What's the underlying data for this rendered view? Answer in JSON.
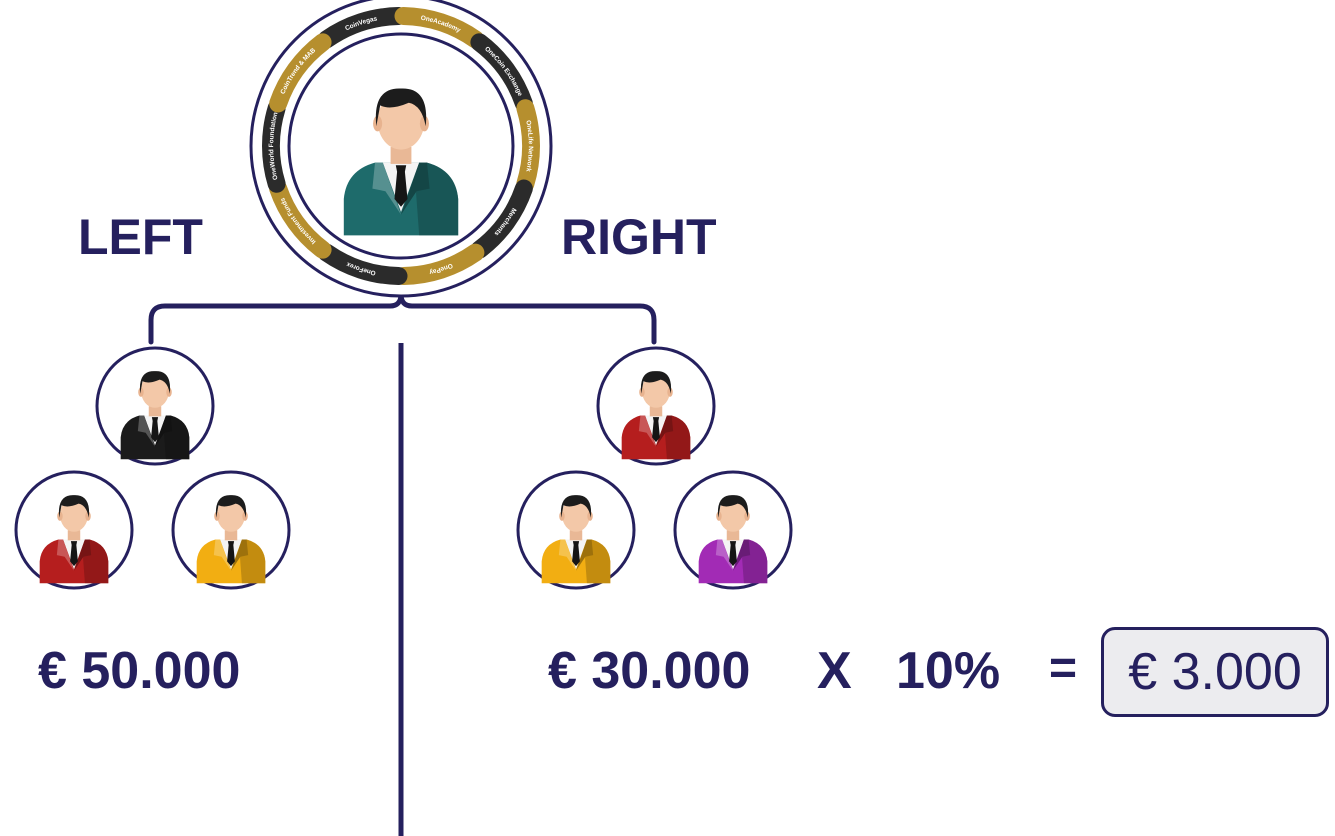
{
  "headings": {
    "left": "LEFT",
    "right": "RIGHT"
  },
  "amounts": {
    "left": "€ 50.000",
    "right": "€ 30.000",
    "multiplier": "X",
    "percent": "10%",
    "equals": "=",
    "result": "€ 3.000"
  },
  "ring_segments": [
    "CoinVegas",
    "OneAcademy",
    "OneCoin Exchange",
    "OneLife Network",
    "Merchants",
    "OnePay",
    "OneForex",
    "Investment Funds",
    "OneWorld Foundation",
    "CoinTrend & MAB"
  ],
  "colors": {
    "navy": "#25205e",
    "gold": "#b68f2e",
    "dark": "#2b2b2b",
    "teal": "#1e6b6b",
    "black": "#1b1b1b",
    "red": "#b51e1e",
    "yellow": "#f2ae12",
    "purple": "#a22bb5",
    "result_bg": "#ececef"
  },
  "members": [
    {
      "id": "top",
      "suit": "teal"
    },
    {
      "id": "left-1",
      "suit": "black"
    },
    {
      "id": "left-2a",
      "suit": "red"
    },
    {
      "id": "left-2b",
      "suit": "yellow"
    },
    {
      "id": "right-1",
      "suit": "red"
    },
    {
      "id": "right-2a",
      "suit": "yellow"
    },
    {
      "id": "right-2b",
      "suit": "purple"
    }
  ]
}
